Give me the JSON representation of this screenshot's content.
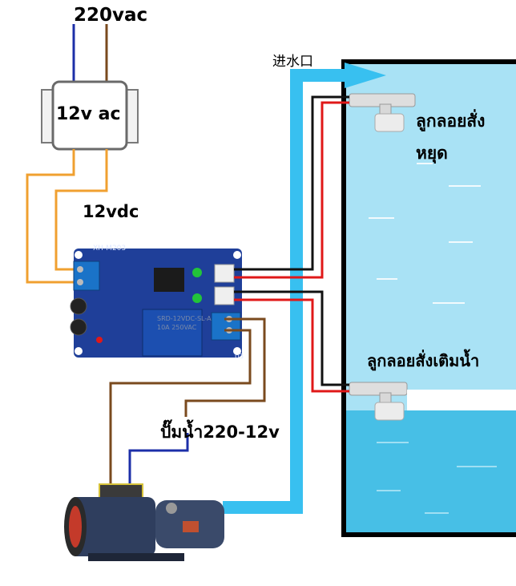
{
  "labels": {
    "ac_input": "220vac",
    "transformer": "12v ac",
    "dc_output": "12vdc",
    "water_inlet": "进水口",
    "stop_float_line1": "ลูกลอยสั่ง",
    "stop_float_line2": "หยุด",
    "fill_float": "ลูกลอยสั่งเติมน้ำ",
    "pump": "ปั๊มน้ำ220-12v"
  },
  "board": {
    "model": "XH-M203",
    "relay_line1": "SRD-12VDC-SL-A",
    "relay_line2": "10A 250VAC",
    "connector_label": "U3"
  },
  "colors": {
    "tank_water": "#47bfe6",
    "tank_water_light": "#9fdff3",
    "inlet_pipe": "#38c0f0",
    "wire_orange": "#f0a030",
    "wire_brown": "#7a4a1e",
    "wire_blue": "#1c2fa8",
    "wire_red": "#e01818",
    "wire_black": "#111111",
    "board": "#1f3f99"
  }
}
